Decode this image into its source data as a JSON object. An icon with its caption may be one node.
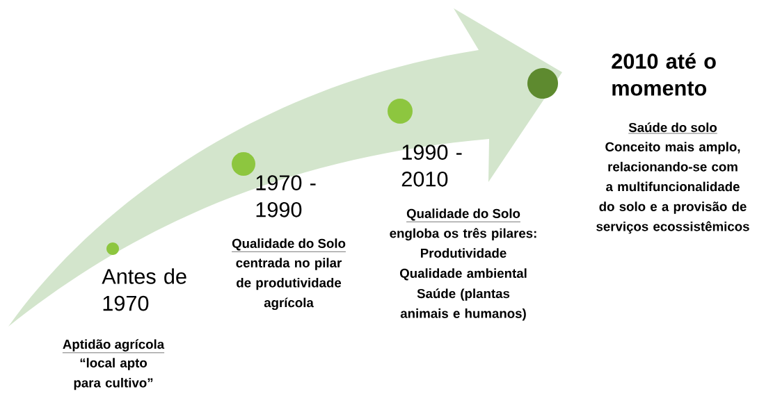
{
  "diagram": {
    "nodes": [
      {
        "text": [],
        "shape": "circle",
        "beside": [
          "Antes de 1970",
          "Aptidão agrícola",
          "“local apto para cultivo”"
        ]
      },
      {
        "text": [],
        "shape": "circle",
        "beside": [
          "1970 - 1990",
          "Qualidade do Solo",
          "centrada no pilar de produtividade agrícola"
        ]
      },
      {
        "text": [],
        "shape": "circle",
        "beside": [
          "1990 - 2010",
          "Qualidade do Solo",
          "engloba os três pilares:",
          "Produtividade",
          "Qualidade ambiental",
          "Saúde (plantas animais e humanos)"
        ]
      },
      {
        "text": [],
        "shape": "circle",
        "beside": [
          "2010 até o momento",
          "Saúde do solo",
          "Conceito mais amplo, relacionando-se com a multifuncionalidade do solo e a provisão de serviços ecossistêmicos"
        ]
      }
    ]
  }
}
